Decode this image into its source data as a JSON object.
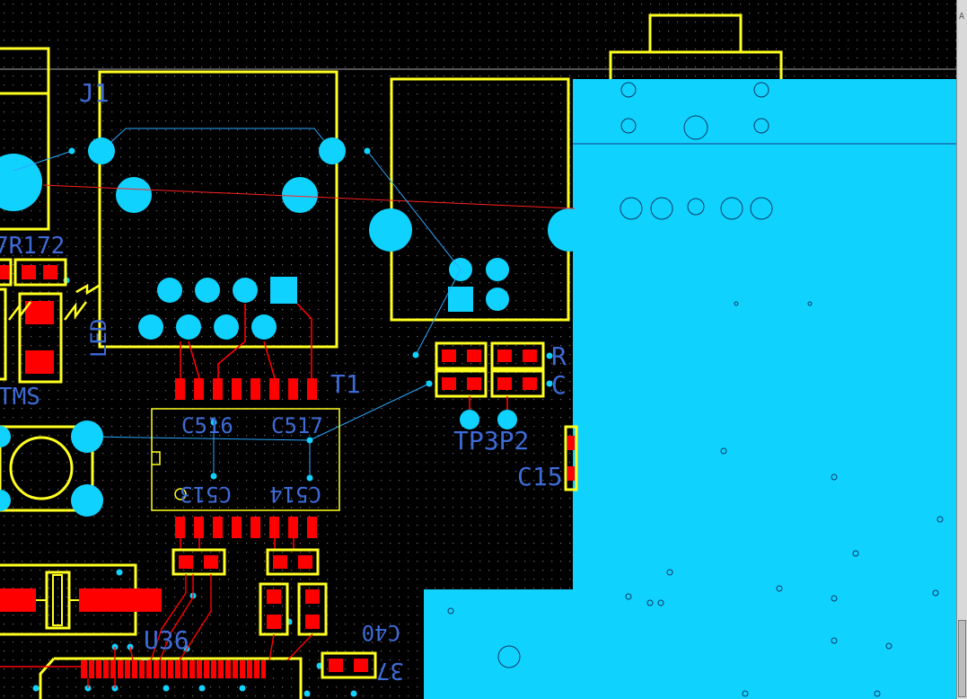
{
  "colors": {
    "background": "#000000",
    "copper_pour": "#10d2ff",
    "silkscreen": "#ffff20",
    "pad": "#ff0000",
    "via": "#10d2ff",
    "designator": "#3d6bd6",
    "ratsnest_red": "#ff2020",
    "ratsnest_blue": "#2aa8ff"
  },
  "designators": {
    "j1": "J1",
    "r172": "7R172",
    "ms": "TMS",
    "t1": "T1",
    "tp3p2": "TP3P2",
    "c516": "C516",
    "c517": "C517",
    "c513": "C513",
    "c514": "C514",
    "c15": "C15",
    "u36": "U36",
    "r_right": "R",
    "c_right": "C",
    "led": "LED",
    "c_bottom": "C40",
    "n37": "37"
  },
  "scrollbar": {
    "mark": "A"
  }
}
